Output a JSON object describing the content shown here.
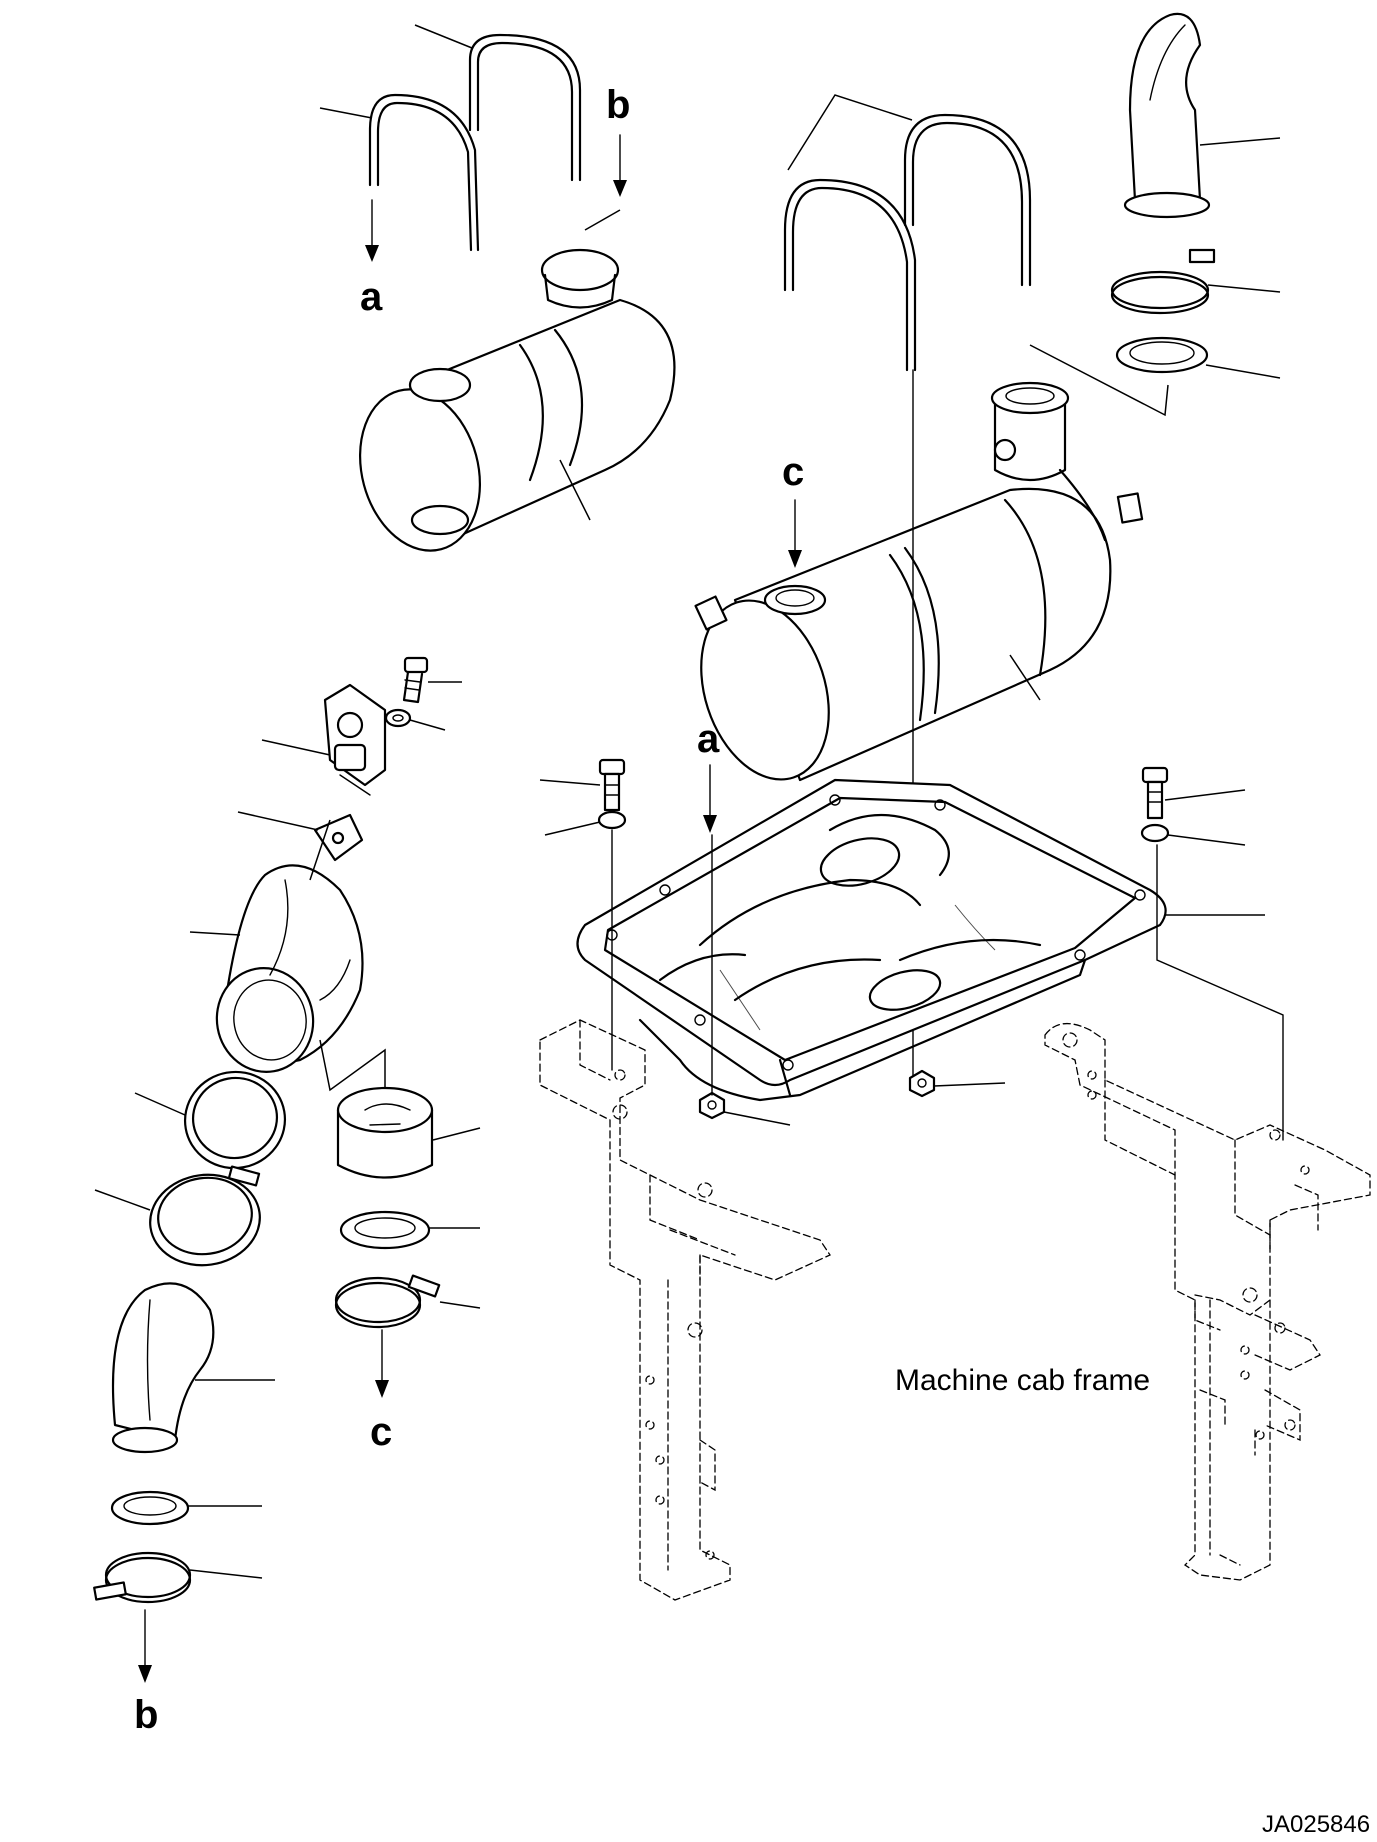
{
  "labels": {
    "a_top": "a",
    "b_top": "b",
    "c_top": "c",
    "a_mid": "a",
    "c_bottom": "c",
    "b_bottom": "b"
  },
  "caption": "Machine cab frame",
  "drawing_code": "JA025846"
}
